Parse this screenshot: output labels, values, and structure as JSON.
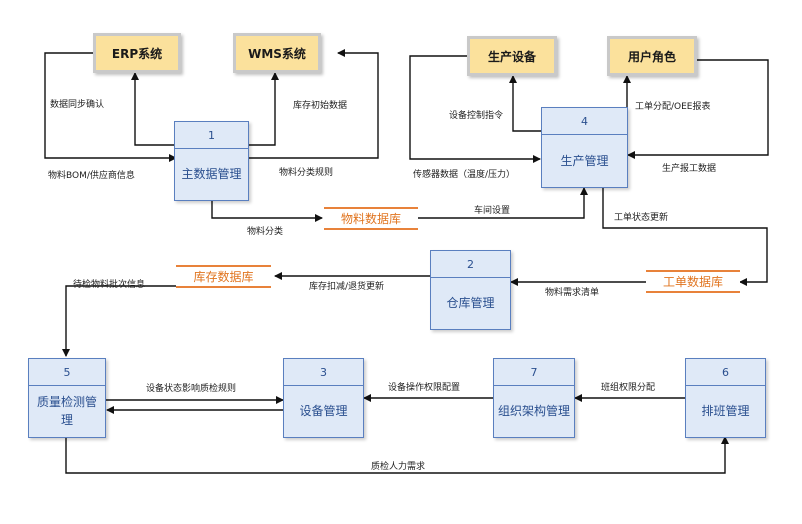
{
  "external_entities": {
    "erp": "ERP系统",
    "wms": "WMS系统",
    "equipment": "生产设备",
    "user_role": "用户角色"
  },
  "processes": {
    "p1": {
      "number": "1",
      "name": "主数据管理"
    },
    "p2": {
      "number": "2",
      "name": "仓库管理"
    },
    "p3": {
      "number": "3",
      "name": "设备管理"
    },
    "p4": {
      "number": "4",
      "name": "生产管理"
    },
    "p5": {
      "number": "5",
      "name": "质量检测管理"
    },
    "p6": {
      "number": "6",
      "name": "排班管理"
    },
    "p7": {
      "number": "7",
      "name": "组织架构管理"
    }
  },
  "data_stores": {
    "material_db": "物料数据库",
    "inventory_db": "库存数据库",
    "workorder_db": "工单数据库"
  },
  "flows": {
    "data_sync_confirm": "数据同步确认",
    "material_bom_supplier": "物料BOM/供应商信息",
    "inventory_init": "库存初始数据",
    "material_class_rules": "物料分类规则",
    "material_class": "物料分类",
    "workshop_setup": "车间设置",
    "equip_control": "设备控制指令",
    "sensor_data": "传感器数据（温度/压力）",
    "workorder_oee": "工单分配/OEE报表",
    "production_report": "生产报工数据",
    "workorder_status": "工单状态更新",
    "material_demand": "物料需求清单",
    "stock_deduct": "库存扣减/退货更新",
    "pending_batch": "待检物料批次信息",
    "equip_status_rules": "设备状态影响质检规则",
    "equip_permission": "设备操作权限配置",
    "shift_permission": "班组权限分配",
    "qc_manpower": "质检人力需求"
  }
}
